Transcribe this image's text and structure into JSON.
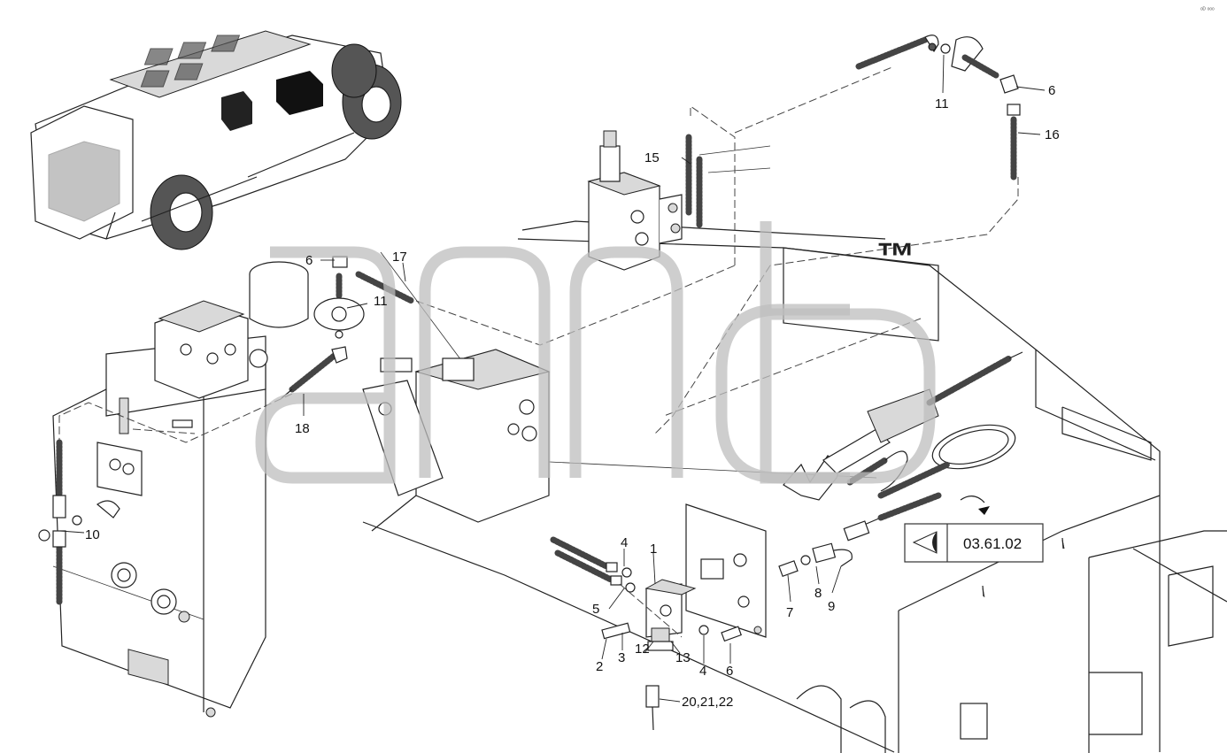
{
  "part_labels": {
    "p1": "1",
    "p2": "2",
    "p3": "3",
    "p4a": "4",
    "p4b": "4",
    "p5": "5",
    "p6a": "6",
    "p6b": "6",
    "p6c": "6",
    "p7": "7",
    "p8": "8",
    "p9": "9",
    "p10": "10",
    "p11a": "11",
    "p11b": "11",
    "p12": "12",
    "p13": "13",
    "p15": "15",
    "p16": "16",
    "p17": "17",
    "p18": "18",
    "p20": "20,21,22"
  },
  "reference_box": {
    "code": "03.61.02",
    "icon": "view-arrow-icon"
  },
  "watermark": {
    "trademark": "™"
  },
  "corner_mark": "ᵒᴰ ᵒᵒᵒ",
  "icons": {
    "machine_overview": "machine-overview-icon",
    "arrow": "curved-arrow-icon"
  }
}
